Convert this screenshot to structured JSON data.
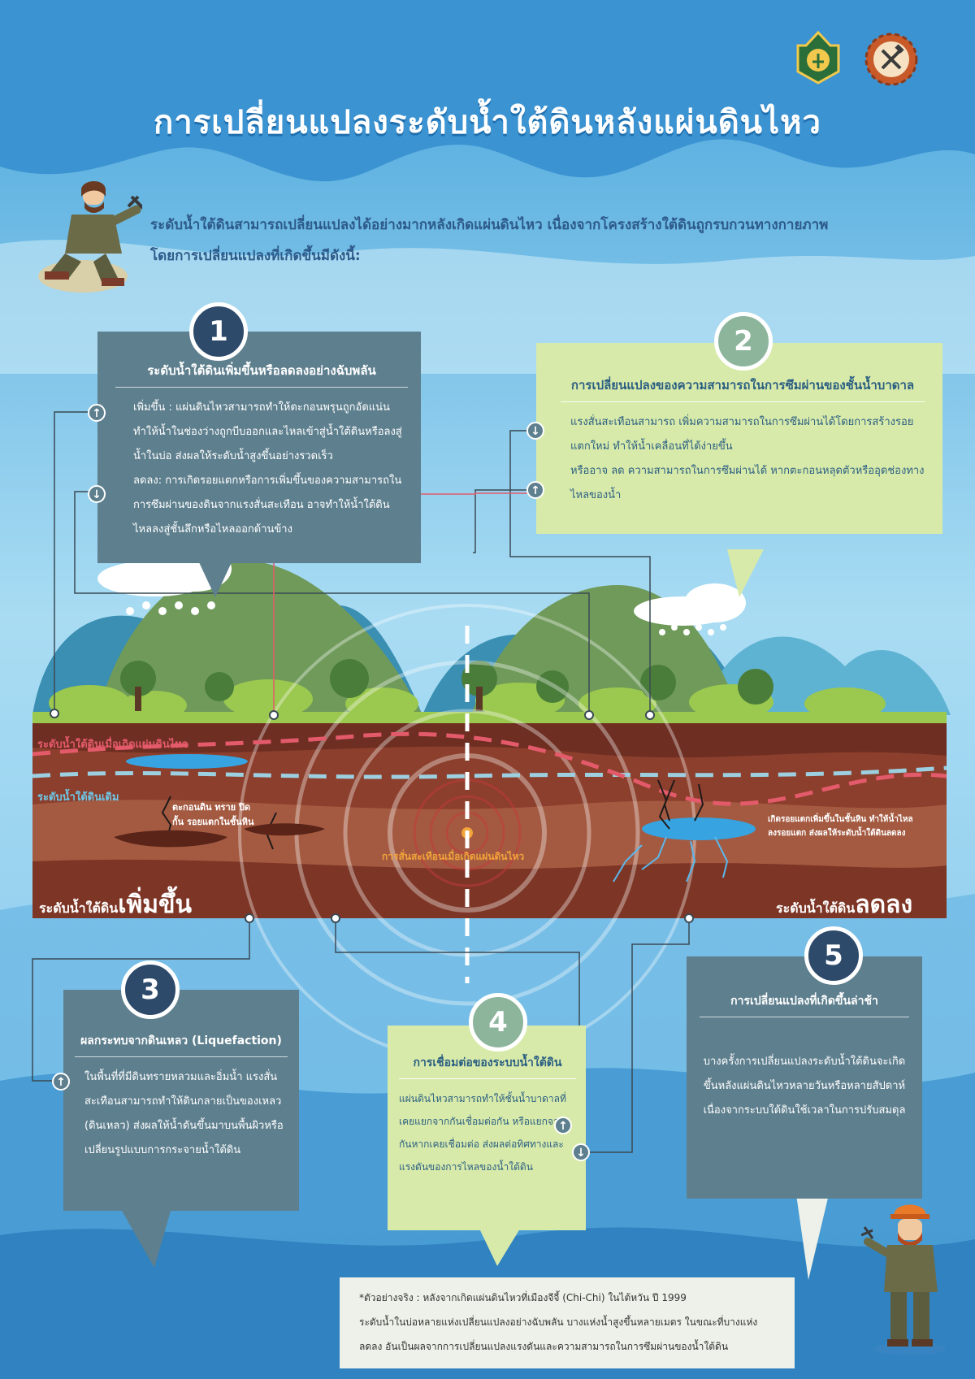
{
  "title": "การเปลี่ยนแปลงระดับน้ำใต้ดินหลังแผ่นดินไหว",
  "intro": {
    "line1": "ระดับน้ำใต้ดินสามารถเปลี่ยนแปลงได้อย่างมากหลังเกิดแผ่นดินไหว เนื่องจากโครงสร้างใต้ดินถูกรบกวนทางกายภาพ",
    "line2": "โดยการเปลี่ยนแปลงที่เกิดขึ้นมีดังนี้:"
  },
  "box1": {
    "number": "1",
    "title": "ระดับน้ำใต้ดินเพิ่มขึ้นหรือลดลงอย่างฉับพลัน",
    "up_icon": "arrow-up-icon",
    "up_text": "เพิ่มขึ้น : แผ่นดินไหวสามารถทำให้ตะกอนพรุนถูกอัดแน่น ทำให้น้ำในช่องว่างถูกบีบออกและไหลเข้าสู่น้ำใต้ดินหรือลงสู่น้ำในบ่อ ส่งผลให้ระดับน้ำสูงขึ้นอย่างรวดเร็ว",
    "down_icon": "arrow-down-icon",
    "down_text": "ลดลง: การเกิดรอยแตกหรือการเพิ่มขึ้นของความสามารถในการซึมผ่านของดินจากแรงสั่นสะเทือน อาจทำให้น้ำใต้ดินไหลลงสู่ชั้นลึกหรือไหลออกด้านข้าง"
  },
  "box2": {
    "number": "2",
    "title": "การเปลี่ยนแปลงของความสามารถในการซึมผ่านของชั้นน้ำบาดาล",
    "down_text": "แรงสั่นสะเทือนสามารถ เพิ่มความสามารถในการซึมผ่านได้โดยการสร้างรอยแตกใหม่ ทำให้น้ำเคลื่อนที่ได้ง่ายขึ้น",
    "up_text": "หรืออาจ ลด ความสามารถในการซึมผ่านได้ หากตะกอนหลุดตัวหรืออุดช่องทางไหลของน้ำ"
  },
  "box3": {
    "number": "3",
    "title": "ผลกระทบจากดินเหลว (Liquefaction)",
    "text": "ในพื้นที่ที่มีดินทรายหลวมและอิ่มน้ำ แรงสั่นสะเทือนสามารถทำให้ดินกลายเป็นของเหลว (ดินเหลว) ส่งผลให้น้ำดันขึ้นมาบนพื้นผิวหรือเปลี่ยนรูปแบบการกระจายน้ำใต้ดิน"
  },
  "box4": {
    "number": "4",
    "title": "การเชื่อมต่อของระบบน้ำใต้ดิน",
    "text": "แผ่นดินไหวสามารถทำให้ชั้นน้ำบาดาลที่เคยแยกจากกันเชื่อมต่อกัน หรือแยกจากกันหากเคยเชื่อมต่อ ส่งผลต่อทิศทางและแรงดันของการไหลของน้ำใต้ดิน"
  },
  "box5": {
    "number": "5",
    "title": "การเปลี่ยนแปลงที่เกิดขึ้นล่าช้า",
    "text": "บางครั้งการเปลี่ยนแปลงระดับน้ำใต้ดินจะเกิดขึ้นหลังแผ่นดินไหวหลายวันหรือหลายสัปดาห์ เนื่องจากระบบใต้ดินใช้เวลาในการปรับสมดุล"
  },
  "cross_section": {
    "after_label": "ระดับน้ำใต้ดินเมื่อเกิดแผ่นดินไหว",
    "before_label": "ระดับน้ำใต้ดินเดิม",
    "sediment_label": "ตะกอนดิน ทราย ปิดกั้น รอยแตกในชั้นหิน",
    "epicenter_label": "การสั่นสะเทือนเมื่อเกิดแผ่นดินไหว",
    "crack_label": "เกิดรอยแตกเพิ่มขึ้นในชั้นหิน ทำให้น้ำไหลลงรอยแตก ส่งผลให้ระดับน้ำใต้ดินลดลง",
    "increase_small": "ระดับน้ำใต้ดิน",
    "increase_big": "เพิ่มขึ้น",
    "decrease_small": "ระดับน้ำใต้ดิน",
    "decrease_big": "ลดลง"
  },
  "example": {
    "line1": "*ตัวอย่างจริง : หลังจากเกิดแผ่นดินไหวที่เมืองจีจี้ (Chi-Chi) ในไต้หวัน ปี 1999",
    "line2": "ระดับน้ำในบ่อหลายแห่งเปลี่ยนแปลงอย่างฉับพลัน บางแห่งน้ำสูงขึ้นหลายเมตร ในขณะที่บางแห่ง",
    "line3": "ลดลง อันเป็นผลจากการเปลี่ยนแปลงแรงดันและความสามารถในการซึมผ่านของน้ำใต้ดิน"
  },
  "colors": {
    "sky": "#8fd0f0",
    "slate_box": "#5e7f8e",
    "green_box": "#d8eaaa",
    "navy_circle": "#2d4a6b",
    "sage_circle": "#8cb59c",
    "earthquake_line": "#e35a6a",
    "original_line": "#9ccfe0",
    "soil": "#7a3b2e"
  },
  "icons": {
    "logo_left": "department-seal-icon",
    "logo_right": "geology-gear-icon",
    "geologist_left": "geologist-hammer-figure",
    "geologist_right": "geologist-helmet-figure"
  }
}
